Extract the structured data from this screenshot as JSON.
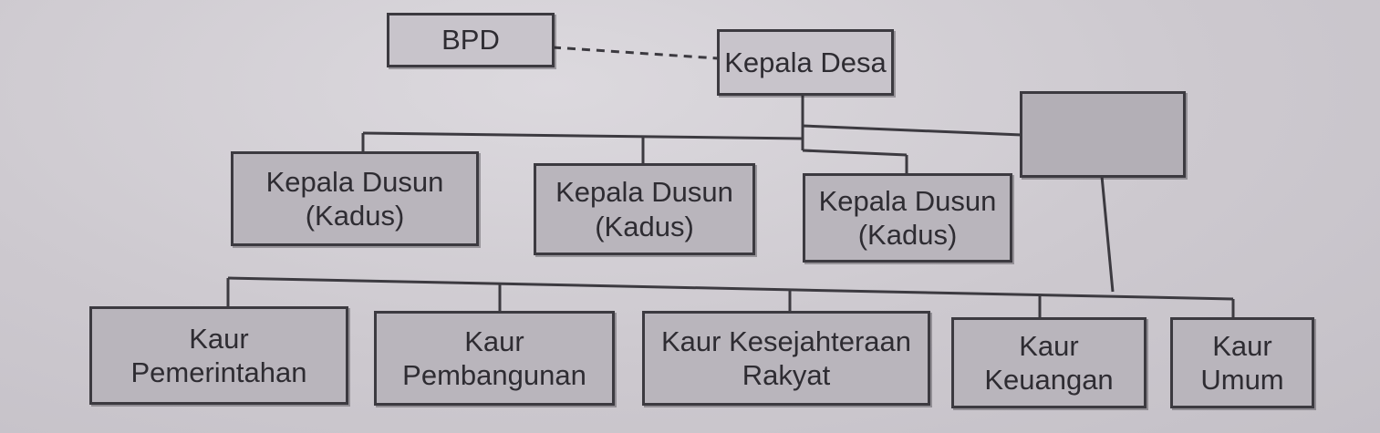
{
  "diagram": {
    "top": {
      "bpd": "BPD",
      "kepala_desa": "Kepala Desa",
      "sekretaris": ""
    },
    "dusun": [
      {
        "line1": "Kepala Dusun",
        "line2": "(Kadus)"
      },
      {
        "line1": "Kepala Dusun",
        "line2": "(Kadus)"
      },
      {
        "line1": "Kepala Dusun",
        "line2": "(Kadus)"
      }
    ],
    "kaur": [
      {
        "line1": "Kaur",
        "line2": "Pemerintahan"
      },
      {
        "line1": "Kaur",
        "line2": "Pembangunan"
      },
      {
        "line1": "Kaur Kesejahteraan",
        "line2": "Rakyat"
      },
      {
        "line1": "Kaur",
        "line2": "Keuangan"
      },
      {
        "line1": "Kaur",
        "line2": "Umum"
      }
    ],
    "colors": {
      "line": "#3c3a40",
      "box_fill": "#b9b5bc",
      "background": "#cfcbd1"
    }
  }
}
